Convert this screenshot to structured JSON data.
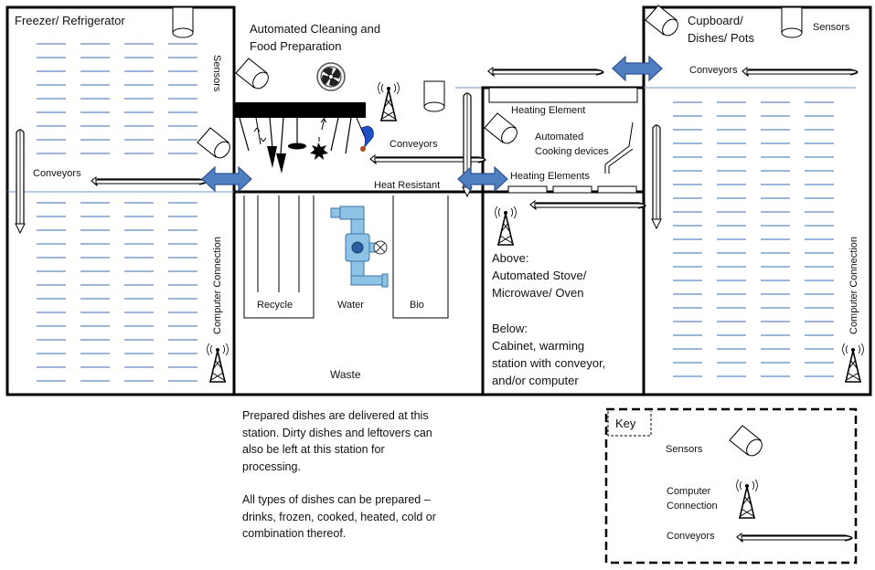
{
  "labels": {
    "freezer": "Freezer/ Refrigerator",
    "sensors_left": "Sensors",
    "conveyors_left": "Conveyors",
    "computer_connection_left": "Computer Connection",
    "cleaning_line1": "Automated Cleaning and",
    "cleaning_line2": "Food Preparation",
    "conveyors_middle": "Conveyors",
    "heat_resistant": "Heat Resistant",
    "recycle": "Recycle",
    "water": "Water",
    "bio": "Bio",
    "waste": "Waste",
    "heating_element": "Heating Element",
    "automated_line1": "Automated",
    "automated_line2": "Cooking devices",
    "heating_elements": "Heating Elements",
    "above_block": [
      "Above:",
      "Automated Stove/",
      "Microwave/ Oven"
    ],
    "below_block": [
      "Below:",
      "Cabinet, warming",
      "station with conveyor,",
      "and/or computer"
    ],
    "cupboard_line1": "Cupboard/",
    "cupboard_line2": "Dishes/ Pots",
    "sensors_right": "Sensors",
    "conveyors_right": "Conveyors",
    "computer_connection_right": "Computer Connection"
  },
  "notes": {
    "paragraph1": [
      "Prepared dishes are delivered at this",
      "station. Dirty dishes and leftovers can",
      "also be left at this station for",
      "processing."
    ],
    "paragraph2": [
      "All types of dishes can be prepared –",
      "drinks, frozen, cooked,  heated, cold or",
      "combination thereof."
    ]
  },
  "key": {
    "title": "Key",
    "sensors": "Sensors",
    "computer_line1": "Computer",
    "computer_line2": "Connection",
    "conveyors": "Conveyors"
  },
  "colors": {
    "arrow_fill": "#4f7fc0",
    "arrow_stroke": "#2f5597",
    "shelf_line": "#3a6db5"
  },
  "icons": {
    "sensor": "sensor-camera-icon",
    "tower": "radio-tower-icon",
    "conveyor": "conveyor-loop-arrow-icon",
    "fan": "fan-icon",
    "valve": "water-valve-icon"
  }
}
